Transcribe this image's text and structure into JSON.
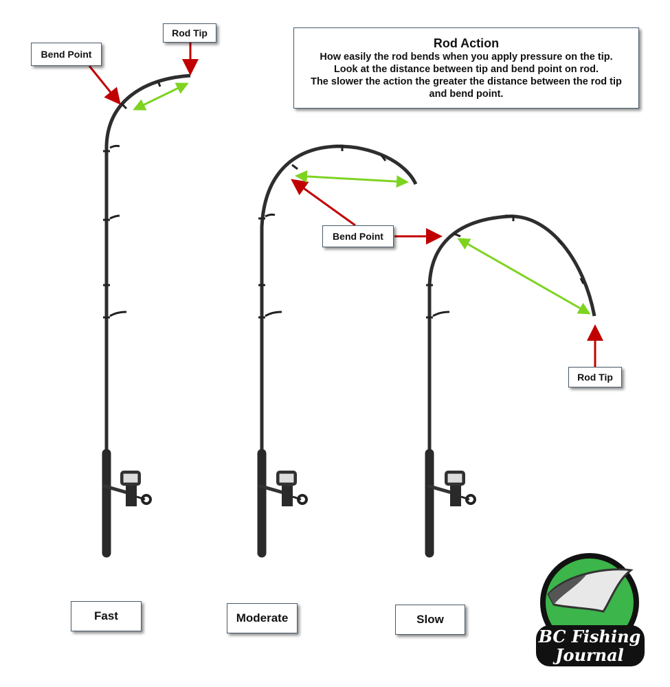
{
  "info": {
    "title": "Rod Action",
    "lines": [
      "How easily the rod bends when you apply pressure on the tip.",
      "Look at the distance between tip and bend point on rod.",
      "The slower the action the greater the distance between the rod tip and bend point."
    ]
  },
  "callouts": {
    "fast_bend_point": "Bend Point",
    "fast_rod_tip": "Rod Tip",
    "shared_bend_point": "Bend Point",
    "slow_rod_tip": "Rod Tip"
  },
  "rods": [
    {
      "label": "Fast"
    },
    {
      "label": "Moderate"
    },
    {
      "label": "Slow"
    }
  ],
  "logo": {
    "text_line1": "BC Fishing",
    "text_line2": "Journal"
  },
  "colors": {
    "red_arrow": "#c00000",
    "green_arrow": "#7ed321",
    "rod": "#2e2e2e",
    "logo_green": "#3cb54a"
  }
}
